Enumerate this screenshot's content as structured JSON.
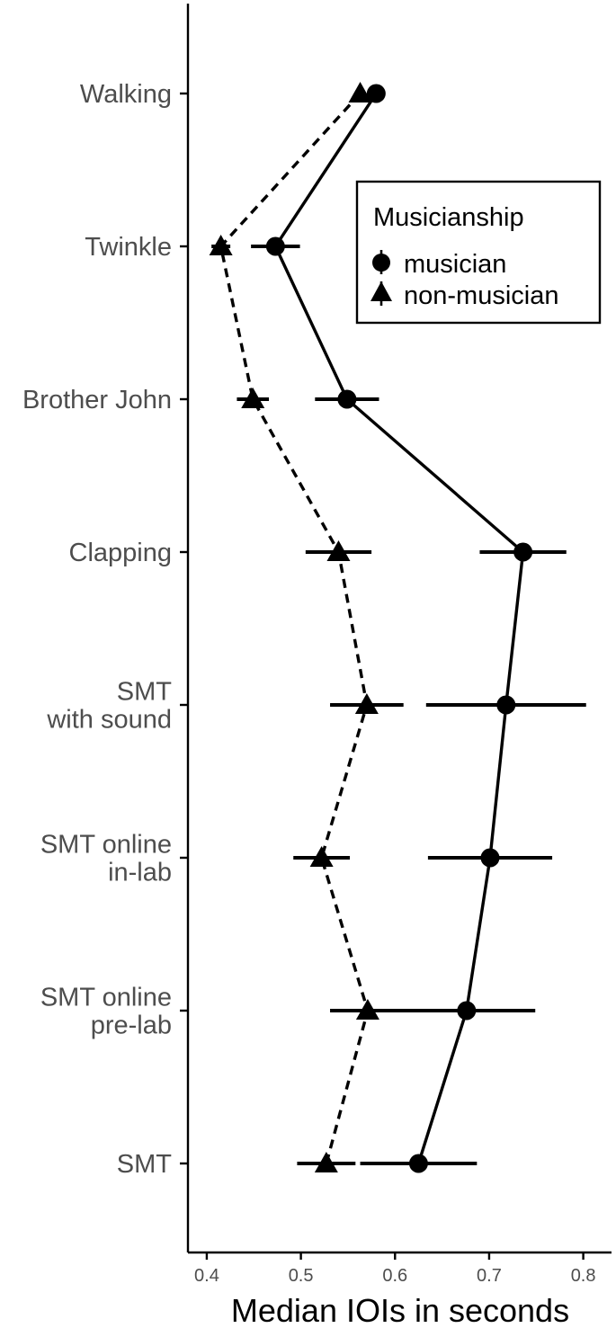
{
  "chart_data": {
    "type": "scatter",
    "orientation": "horizontal",
    "xlabel": "Median IOIs in seconds",
    "ylabel": "",
    "xlim": [
      0.38,
      0.83
    ],
    "x_ticks": [
      0.4,
      0.5,
      0.6,
      0.7,
      0.8
    ],
    "x_tick_labels": [
      "0.4",
      "0.5",
      "0.6",
      "0.7",
      "0.8"
    ],
    "categories": [
      [
        "Walking"
      ],
      [
        "Twinkle"
      ],
      [
        "Brother John"
      ],
      [
        "Clapping"
      ],
      [
        "SMT",
        "with sound"
      ],
      [
        "SMT online",
        "in-lab"
      ],
      [
        "SMT online",
        "pre-lab"
      ],
      [
        "SMT"
      ]
    ],
    "grid": false,
    "legend": {
      "title": "Musicianship",
      "placement": "top-right",
      "entries": [
        "musician",
        "non-musician"
      ]
    },
    "series": [
      {
        "name": "musician",
        "marker": "circle",
        "line": "solid",
        "values": [
          0.58,
          0.473,
          0.549,
          0.736,
          0.718,
          0.701,
          0.676,
          0.625
        ],
        "ci_low": [
          0.58,
          0.447,
          0.515,
          0.69,
          0.633,
          0.635,
          0.603,
          0.563
        ],
        "ci_high": [
          0.58,
          0.499,
          0.583,
          0.782,
          0.803,
          0.767,
          0.749,
          0.687
        ]
      },
      {
        "name": "non-musician",
        "marker": "triangle",
        "line": "dashed",
        "values": [
          0.563,
          0.415,
          0.449,
          0.54,
          0.57,
          0.522,
          0.571,
          0.527
        ],
        "ci_low": [
          0.563,
          0.405,
          0.432,
          0.505,
          0.531,
          0.492,
          0.531,
          0.496
        ],
        "ci_high": [
          0.563,
          0.425,
          0.466,
          0.575,
          0.609,
          0.552,
          0.611,
          0.558
        ]
      }
    ]
  },
  "colors": {
    "ink": "#000000",
    "label_gray": "#4d4d4d",
    "background": "#ffffff"
  }
}
